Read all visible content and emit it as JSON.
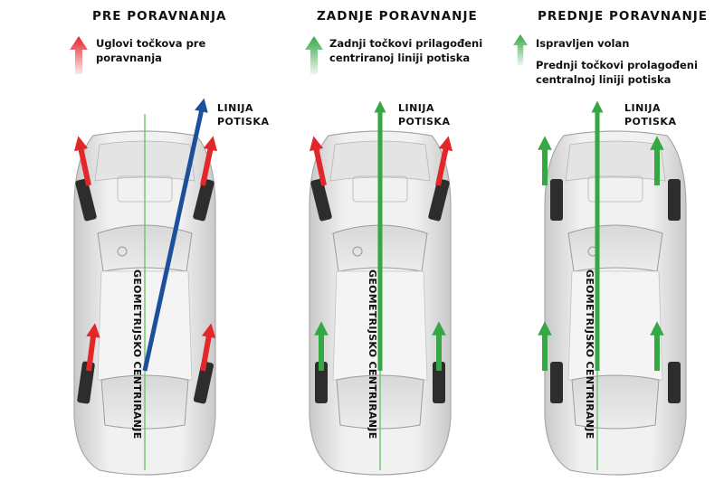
{
  "colors": {
    "red": "#e3262a",
    "green": "#35a845",
    "blue": "#1d4f9c",
    "thin_green": "#6cc36b"
  },
  "panels": [
    {
      "title": "PRE PORAVNANJA",
      "legend": [
        {
          "icon": "red-arrow-icon",
          "text": "Uglovi točkova pre poravnanja"
        }
      ],
      "thrust_label": "LINIJA POTISKA",
      "centerline_label": "GEOMETRIJSKO CENTRIRANJE"
    },
    {
      "title": "ZADNJE PORAVNANJE",
      "legend": [
        {
          "icon": "green-arrow-icon",
          "text": "Zadnji točkovi prilagođeni centriranoj liniji potiska"
        }
      ],
      "thrust_label": "LINIJA POTISKA",
      "centerline_label": "GEOMETRIJSKO CENTRIRANJE"
    },
    {
      "title": "PREDNJE PORAVNANJE",
      "legend": [
        {
          "icon": "green-arrow-icon",
          "text": "Ispravljen volan"
        },
        {
          "icon": "green-arrow-icon",
          "text": "Prednji točkovi prolagođeni centralnoj liniji potiska"
        }
      ],
      "thrust_label": "LINIJA POTISKA",
      "centerline_label": "GEOMETRIJSKO CENTRIRANJE"
    }
  ]
}
